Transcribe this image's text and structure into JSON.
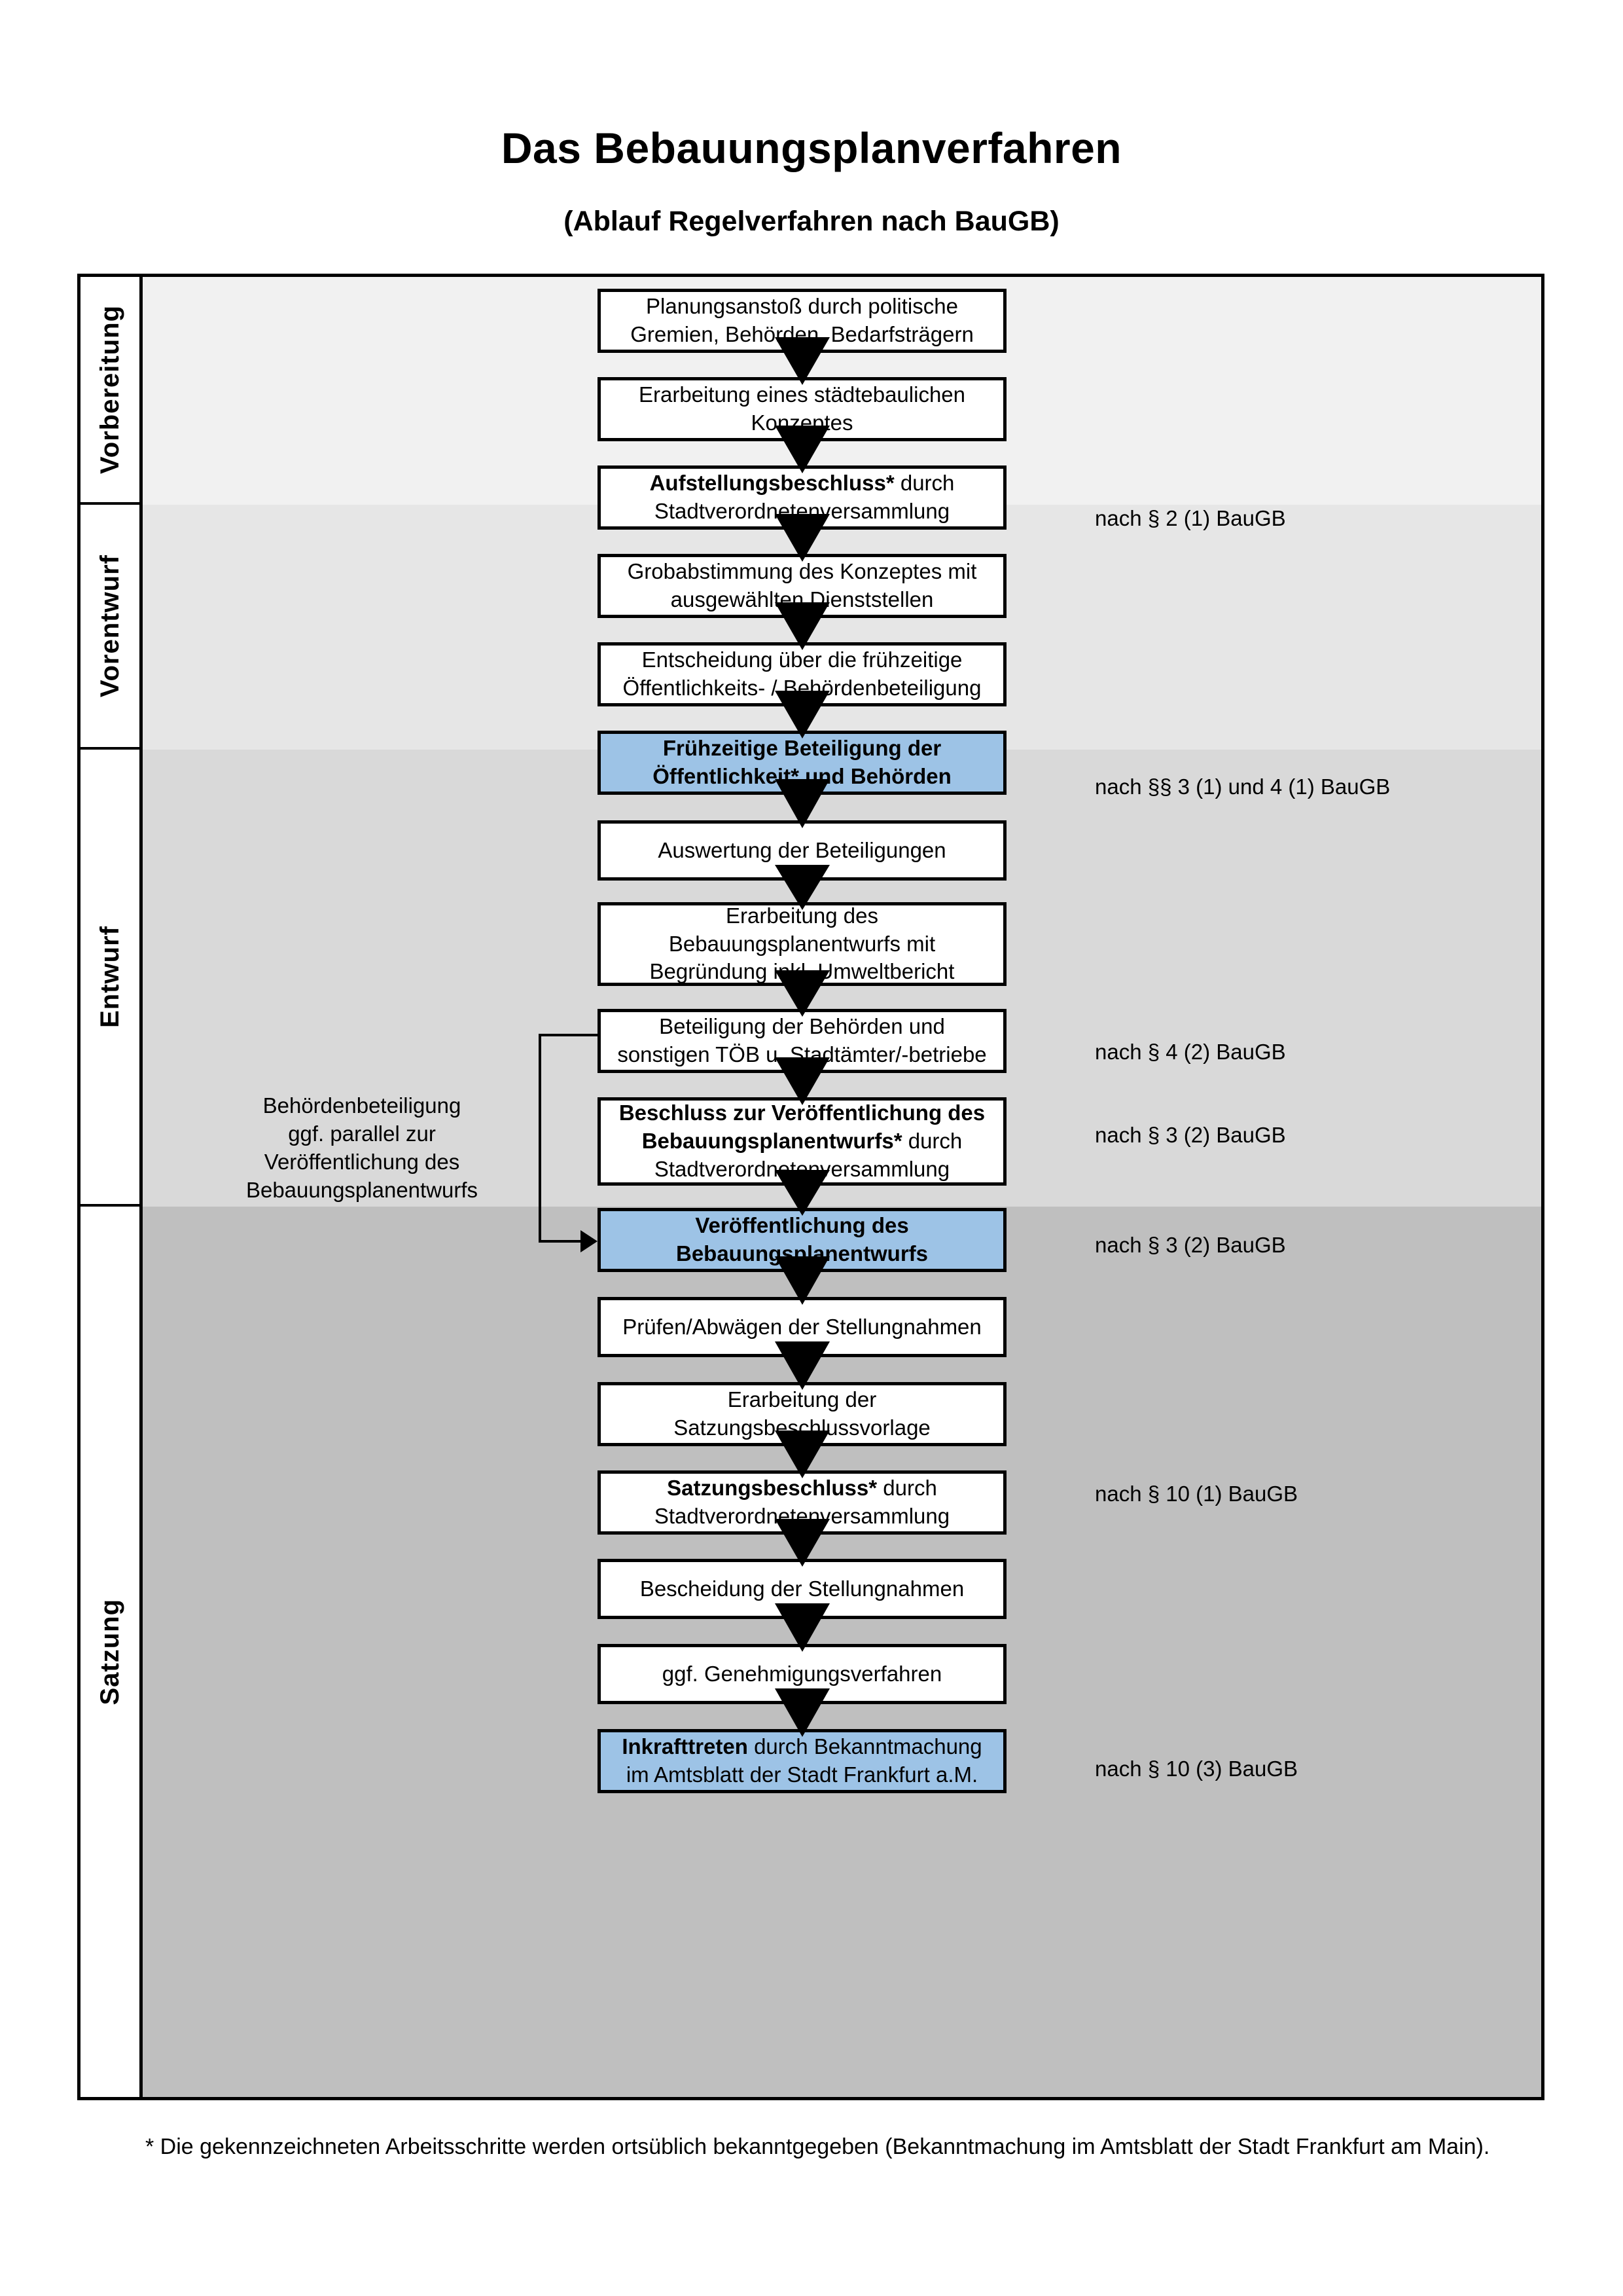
{
  "header": {
    "title": "Das Bebauungsplanverfahren",
    "subtitle": "(Ablauf Regelverfahren nach BauGB)"
  },
  "phases": [
    {
      "id": "vorbereitung",
      "label": "Vorbereitung"
    },
    {
      "id": "vorentwurf",
      "label": "Vorentwurf"
    },
    {
      "id": "entwurf",
      "label": "Entwurf"
    },
    {
      "id": "satzung",
      "label": "Satzung"
    }
  ],
  "band_colors": {
    "vorbereitung": "#f1f1f1",
    "vorentwurf": "#e6e6e6",
    "entwurf": "#d9d9d9",
    "satzung": "#bfbfbf"
  },
  "accent_color": "#9dc3e6",
  "steps": [
    {
      "id": "planungsanstoss",
      "phase": "vorbereitung",
      "highlight": false,
      "lines": [
        {
          "text": "Planungsanstoß durch politische",
          "bold": false
        },
        {
          "text": "Gremien, Behörden, Bedarfsträgern",
          "bold": false
        }
      ]
    },
    {
      "id": "staedtebauliches-konzept",
      "phase": "vorbereitung",
      "highlight": false,
      "lines": [
        {
          "text": "Erarbeitung eines städtebaulichen",
          "bold": false
        },
        {
          "text": "Konzeptes",
          "bold": false
        }
      ]
    },
    {
      "id": "aufstellungsbeschluss",
      "phase": "vorbereitung",
      "highlight": false,
      "lines": [
        {
          "text": "Aufstellungsbeschluss*",
          "bold": true,
          "suffix": " durch"
        },
        {
          "text": "Stadtverordnetenversammlung",
          "bold": false
        }
      ]
    },
    {
      "id": "grobabstimmung",
      "phase": "vorentwurf",
      "highlight": false,
      "lines": [
        {
          "text": "Grobabstimmung des Konzeptes mit",
          "bold": false
        },
        {
          "text": "ausgewählten Dienststellen",
          "bold": false
        }
      ]
    },
    {
      "id": "entscheidung-fruehzeitige-beteiligung",
      "phase": "vorentwurf",
      "highlight": false,
      "lines": [
        {
          "text": "Entscheidung über die frühzeitige",
          "bold": false
        },
        {
          "text": "Öffentlichkeits- / Behördenbeteiligung",
          "bold": false
        }
      ]
    },
    {
      "id": "fruehzeitige-beteiligung",
      "phase": "vorentwurf",
      "highlight": true,
      "lines": [
        {
          "text": "Frühzeitige Beteiligung der",
          "bold": true
        },
        {
          "text": "Öffentlichkeit* und Behörden",
          "bold": true
        }
      ]
    },
    {
      "id": "auswertung-beteiligungen",
      "phase": "entwurf",
      "highlight": false,
      "lines": [
        {
          "text": "Auswertung der Beteiligungen",
          "bold": false
        }
      ]
    },
    {
      "id": "erarbeitung-bplanentwurf",
      "phase": "entwurf",
      "highlight": false,
      "lines": [
        {
          "text": "Erarbeitung des",
          "bold": false
        },
        {
          "text": "Bebauungsplanentwurfs mit",
          "bold": false
        },
        {
          "text": "Begründung inkl. Umweltbericht",
          "bold": false
        }
      ]
    },
    {
      "id": "beteiligung-behoerden-toeb",
      "phase": "entwurf",
      "highlight": false,
      "lines": [
        {
          "text": "Beteiligung der Behörden und",
          "bold": false
        },
        {
          "text": "sonstigen TÖB u. Stadtämter/-betriebe",
          "bold": false
        }
      ]
    },
    {
      "id": "beschluss-veroeffentlichung",
      "phase": "entwurf",
      "highlight": false,
      "lines": [
        {
          "text": "Beschluss zur Veröffentlichung des",
          "bold": true
        },
        {
          "text": "Bebauungsplanentwurfs*",
          "bold": true,
          "suffix": " durch"
        },
        {
          "text": "Stadtverordnetenversammlung",
          "bold": false
        }
      ]
    },
    {
      "id": "veroeffentlichung-bplanentwurf",
      "phase": "entwurf",
      "highlight": true,
      "lines": [
        {
          "text": "Veröffentlichung des",
          "bold": true
        },
        {
          "text": "Bebauungsplanentwurfs",
          "bold": true
        }
      ]
    },
    {
      "id": "pruefen-abwaegen",
      "phase": "satzung",
      "highlight": false,
      "lines": [
        {
          "text": "Prüfen/Abwägen der Stellungnahmen",
          "bold": false
        }
      ]
    },
    {
      "id": "satzungsbeschlussvorlage",
      "phase": "satzung",
      "highlight": false,
      "lines": [
        {
          "text": "Erarbeitung der",
          "bold": false
        },
        {
          "text": "Satzungsbeschlussvorlage",
          "bold": false
        }
      ]
    },
    {
      "id": "satzungsbeschluss",
      "phase": "satzung",
      "highlight": false,
      "lines": [
        {
          "text": "Satzungsbeschluss*",
          "bold": true,
          "suffix": " durch"
        },
        {
          "text": "Stadtverordnetenversammlung",
          "bold": false
        }
      ]
    },
    {
      "id": "bescheidung-stellungnahmen",
      "phase": "satzung",
      "highlight": false,
      "lines": [
        {
          "text": "Bescheidung der Stellungnahmen",
          "bold": false
        }
      ]
    },
    {
      "id": "genehmigungsverfahren",
      "phase": "satzung",
      "highlight": false,
      "lines": [
        {
          "text": "ggf. Genehmigungsverfahren",
          "bold": false
        }
      ]
    },
    {
      "id": "inkrafttreten",
      "phase": "satzung",
      "highlight": true,
      "lines": [
        {
          "text": "Inkrafttreten",
          "bold": true,
          "suffix": " durch Bekanntmachung"
        },
        {
          "text": "im Amtsblatt der Stadt Frankfurt a.M.",
          "bold": false
        }
      ]
    }
  ],
  "legal_refs": [
    {
      "id": "ref-par2-1",
      "text": "nach § 2 (1) BauGB"
    },
    {
      "id": "ref-par3-1-4-1",
      "text": "nach §§ 3 (1) und 4 (1) BauGB"
    },
    {
      "id": "ref-par4-2",
      "text": "nach § 4 (2) BauGB"
    },
    {
      "id": "ref-par3-2-a",
      "text": "nach § 3 (2) BauGB"
    },
    {
      "id": "ref-par3-2-b",
      "text": "nach § 3 (2) BauGB"
    },
    {
      "id": "ref-par10-1",
      "text": "nach § 10 (1) BauGB"
    },
    {
      "id": "ref-par10-3",
      "text": "nach § 10 (3) BauGB"
    }
  ],
  "side_note": {
    "line1": "Behördenbeteiligung",
    "line2": "ggf. parallel zur",
    "line3": "Veröffentlichung des",
    "line4": "Bebauungsplanentwurfs"
  },
  "footnote": {
    "text": "* Die gekennzeichneten Arbeitsschritte werden ortsüblich bekanntgegeben (Bekanntmachung im Amtsblatt  der Stadt Frankfurt am Main)."
  }
}
